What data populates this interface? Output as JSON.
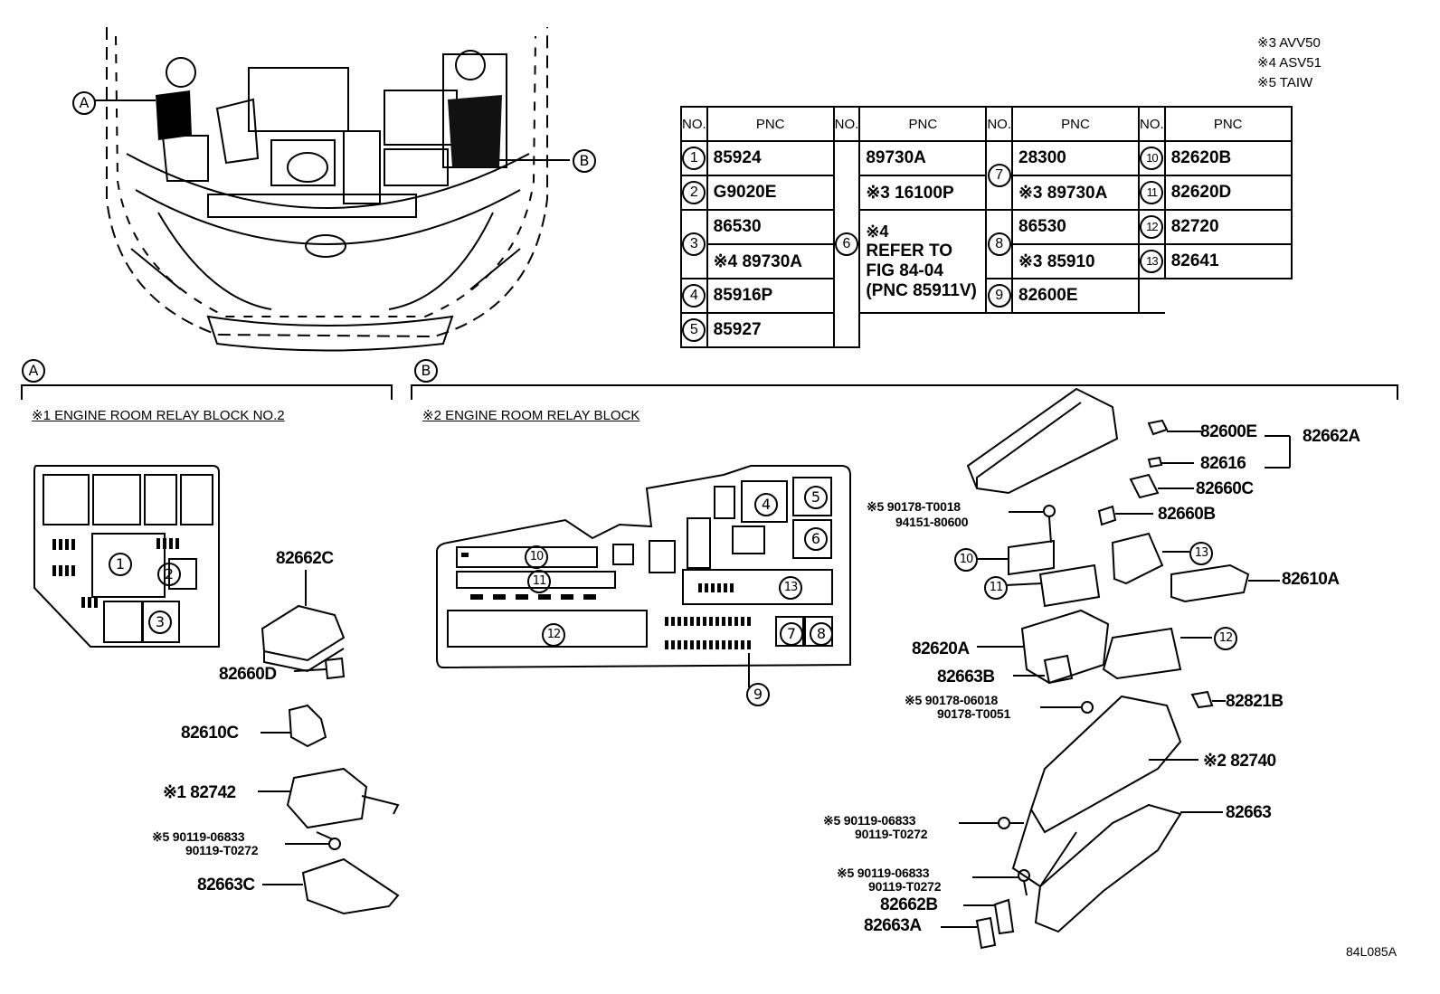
{
  "notes": [
    "※3 AVV50",
    "※4 ASV51",
    "※5 TAIW"
  ],
  "table": {
    "header_no": "NO.",
    "header_pnc": "PNC",
    "col1": [
      {
        "no": "1",
        "pnc": [
          "85924"
        ]
      },
      {
        "no": "2",
        "pnc": [
          "G9020E"
        ]
      },
      {
        "no": "3",
        "pnc": [
          "86530",
          "※4 89730A"
        ]
      },
      {
        "no": "4",
        "pnc": [
          "85916P"
        ]
      },
      {
        "no": "5",
        "pnc": [
          "85927"
        ]
      }
    ],
    "col2": [
      {
        "no": "6",
        "pnc": [
          "89730A",
          "※3 16100P",
          "※4",
          "REFER TO",
          "FIG 84-04",
          "(PNC 85911V)"
        ]
      }
    ],
    "col3": [
      {
        "no": "7",
        "pnc": [
          "28300",
          "※3 89730A"
        ]
      },
      {
        "no": "8",
        "pnc": [
          "86530",
          "※3 85910"
        ]
      },
      {
        "no": "9",
        "pnc": [
          "82600E"
        ]
      }
    ],
    "col4": [
      {
        "no": "10",
        "pnc": [
          "82620B"
        ]
      },
      {
        "no": "11",
        "pnc": [
          "82620D"
        ]
      },
      {
        "no": "12",
        "pnc": [
          "82720"
        ]
      },
      {
        "no": "13",
        "pnc": [
          "82641"
        ]
      }
    ]
  },
  "callouts": {
    "a": "A",
    "b": "B"
  },
  "section_a_title": "※1 ENGINE ROOM RELAY BLOCK NO.2",
  "section_b_title": "※2 ENGINE ROOM RELAY BLOCK",
  "block_a_numbers": [
    "1",
    "2",
    "3"
  ],
  "block_b_numbers": [
    "4",
    "5",
    "6",
    "7",
    "8",
    "9",
    "10",
    "11",
    "12",
    "13"
  ],
  "parts_a": {
    "p82662C": "82662C",
    "p82660D": "82660D",
    "p82610C": "82610C",
    "p82742": "※1 82742",
    "bolt_a1": "※5 90119-06833",
    "bolt_a2": "90119-T0272",
    "p82663C": "82663C"
  },
  "parts_b": {
    "p82600E": "82600E",
    "p82662A": "82662A",
    "p82616": "82616",
    "p82660C": "82660C",
    "p82660B": "82660B",
    "clip1": "※5 90178-T0018",
    "clip2": "94151-80600",
    "p82610A": "82610A",
    "p82620A": "82620A",
    "p82663B": "82663B",
    "clip3": "※5 90178-06018",
    "clip4": "90178-T0051",
    "p82821B": "82821B",
    "p82740": "※2 82740",
    "p82663": "82663",
    "bolt1": "※5 90119-06833",
    "bolt2": "90119-T0272",
    "bolt3": "※5 90119-06833",
    "bolt4": "90119-T0272",
    "p82662B": "82662B",
    "p82663A": "82663A",
    "c10": "10",
    "c11": "11",
    "c12": "12",
    "c13": "13"
  },
  "figure_id": "84L085A"
}
